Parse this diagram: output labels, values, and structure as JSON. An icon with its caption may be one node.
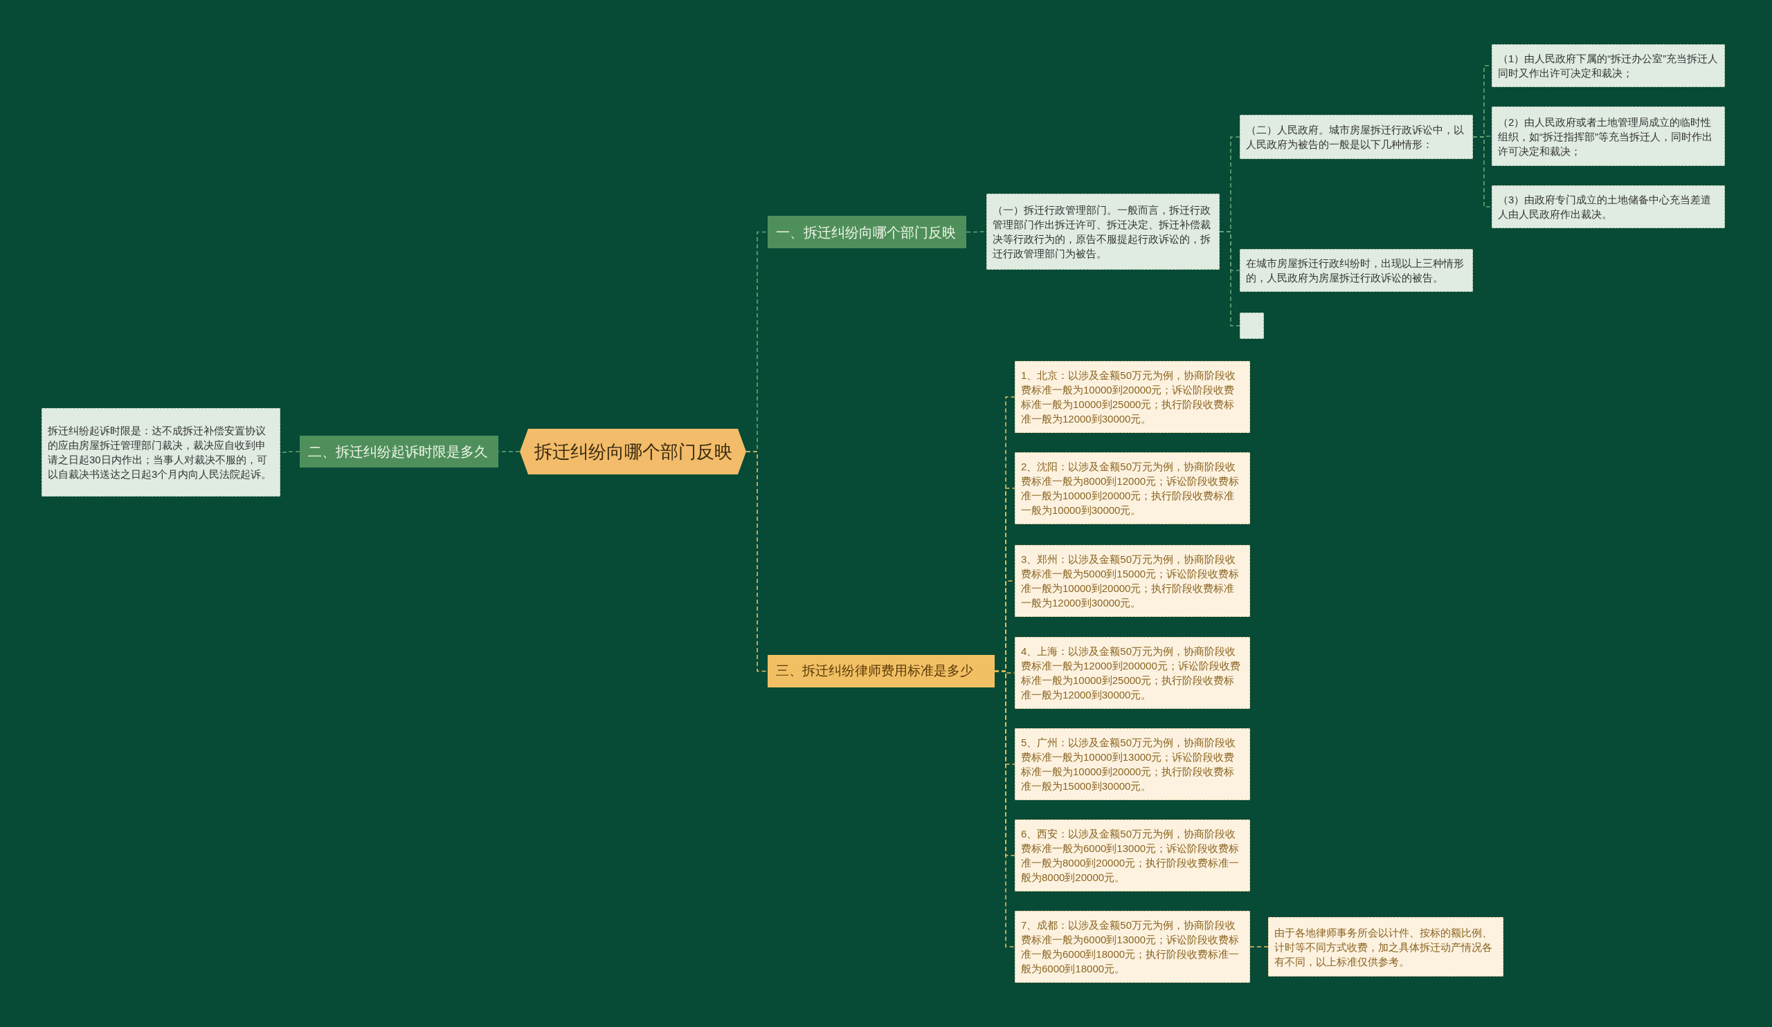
{
  "diagram": {
    "nodes": [
      {
        "text": [
          "拆迁纠纷向哪个部门反映"
        ]
      },
      {
        "text": [
          "一、拆迁纠纷向哪个部门反映"
        ]
      },
      {
        "text": [
          "二、拆迁纠纷起诉时限是多久"
        ]
      },
      {
        "text": [
          "三、拆迁纠纷律师费用标准是多少"
        ]
      },
      {
        "text": [
          "（一）拆迁行政管理部门。一般而言，拆迁行政管理部门作出拆迁许可、拆迁决定、拆迁补偿裁决等行政行为的，原告不服提起行政诉讼的，拆迁行政管理部门为被告。"
        ]
      },
      {
        "text": [
          "（二）人民政府。城市房屋拆迁行政诉讼中，以人民政府为被告的一般是以下几种情形："
        ]
      },
      {
        "text": [
          "（1）由人民政府下属的“拆迁办公室”充当拆迁人同时又作出许可决定和裁决；"
        ]
      },
      {
        "text": [
          "（2）由人民政府或者土地管理局成立的临时性组织，如“拆迁指挥部”等充当拆迁人，同时作出许可决定和裁决；"
        ]
      },
      {
        "text": [
          "（3）由政府专门成立的土地储备中心充当差遣人由人民政府作出裁决。"
        ]
      },
      {
        "text": [
          "在城市房屋拆迁行政纠纷时，出现以上三种情形的，人民政府为房屋拆迁行政诉讼的被告。"
        ]
      },
      {
        "text": [],
        "shape": "box"
      },
      {
        "text": [
          "拆迁纠纷起诉时限是：达不成拆迁补偿安置协议的应由房屋拆迁管理部门裁决，裁决应自收到申请之日起30日内作出；当事人对裁决不服的，可以自裁决书送达之日起3个月内向人民法院起诉。"
        ]
      },
      {
        "text": [
          "1、北京：以涉及金额50万元为例，协商阶段收费标准一般为10000到20000元；诉讼阶段收费标准一般为10000到25000元；执行阶段收费标准一般为12000到30000元。"
        ]
      },
      {
        "text": [
          "2、沈阳：以涉及金额50万元为例，协商阶段收费标准一般为8000到12000元；诉讼阶段收费标准一般为10000到20000元；执行阶段收费标准一般为10000到30000元。"
        ]
      },
      {
        "text": [
          "3、郑州：以涉及金额50万元为例，协商阶段收费标准一般为5000到15000元；诉讼阶段收费标准一般为10000到20000元；执行阶段收费标准一般为12000到30000元。"
        ]
      },
      {
        "text": [
          "4、上海：以涉及金额50万元为例，协商阶段收费标准一般为12000到200000元；诉讼阶段收费标准一般为10000到25000元；执行阶段收费标准一般为12000到30000元。"
        ]
      },
      {
        "text": [
          "5、广州：以涉及金额50万元为例，协商阶段收费标准一般为10000到13000元；诉讼阶段收费标准一般为10000到20000元；执行阶段收费标准一般为15000到30000元。"
        ]
      },
      {
        "text": [
          "6、西安：以涉及金额50万元为例，协商阶段收费标准一般为6000到13000元；诉讼阶段收费标准一般为8000到20000元；执行阶段收费标准一般为8000到20000元。"
        ]
      },
      {
        "text": [
          "7、成都：以涉及金额50万元为例，协商阶段收费标准一般为6000到13000元；诉讼阶段收费标准一般为6000到18000元；执行阶段收费标准一般为6000到18000元。"
        ]
      },
      {
        "text": [
          "由于各地律师事务所会以计件、按标的额比例、计时等不同方式收费，加之具体拆迁动产情况各有不同，以上标准仅供参考。"
        ]
      }
    ],
    "edges": [
      {
        "from": 0,
        "to": 1,
        "arrow": "none",
        "style": "dashed"
      },
      {
        "from": 0,
        "to": 2,
        "arrow": "none",
        "style": "dashed"
      },
      {
        "from": 0,
        "to": 3,
        "arrow": "none",
        "style": "dashed",
        "color": "#e8c060"
      },
      {
        "from": 1,
        "to": 4,
        "arrow": "none",
        "style": "dashed"
      },
      {
        "from": 4,
        "to": 5,
        "arrow": "none",
        "style": "dashed"
      },
      {
        "from": 4,
        "to": 9,
        "arrow": "none",
        "style": "dashed"
      },
      {
        "from": 4,
        "to": 10,
        "arrow": "none",
        "style": "dashed"
      },
      {
        "from": 5,
        "to": 6,
        "arrow": "none",
        "style": "dashed"
      },
      {
        "from": 5,
        "to": 7,
        "arrow": "none",
        "style": "dashed"
      },
      {
        "from": 5,
        "to": 8,
        "arrow": "none",
        "style": "dashed"
      },
      {
        "from": 2,
        "to": 11,
        "arrow": "none",
        "style": "dashed"
      },
      {
        "from": 3,
        "to": 12,
        "arrow": "none",
        "style": "dashed",
        "color": "#e8c060"
      },
      {
        "from": 3,
        "to": 13,
        "arrow": "none",
        "style": "dashed",
        "color": "#e8c060"
      },
      {
        "from": 3,
        "to": 14,
        "arrow": "none",
        "style": "dashed",
        "color": "#e8c060"
      },
      {
        "from": 3,
        "to": 15,
        "arrow": "none",
        "style": "dashed",
        "color": "#e8c060"
      },
      {
        "from": 3,
        "to": 16,
        "arrow": "none",
        "style": "dashed",
        "color": "#e8c060"
      },
      {
        "from": 3,
        "to": 17,
        "arrow": "none",
        "style": "dashed",
        "color": "#e8c060"
      },
      {
        "from": 3,
        "to": 18,
        "arrow": "none",
        "style": "dashed",
        "color": "#e8c060"
      },
      {
        "from": 18,
        "to": 19,
        "arrow": "none",
        "style": "dashed",
        "color": "#e8c060"
      }
    ]
  }
}
